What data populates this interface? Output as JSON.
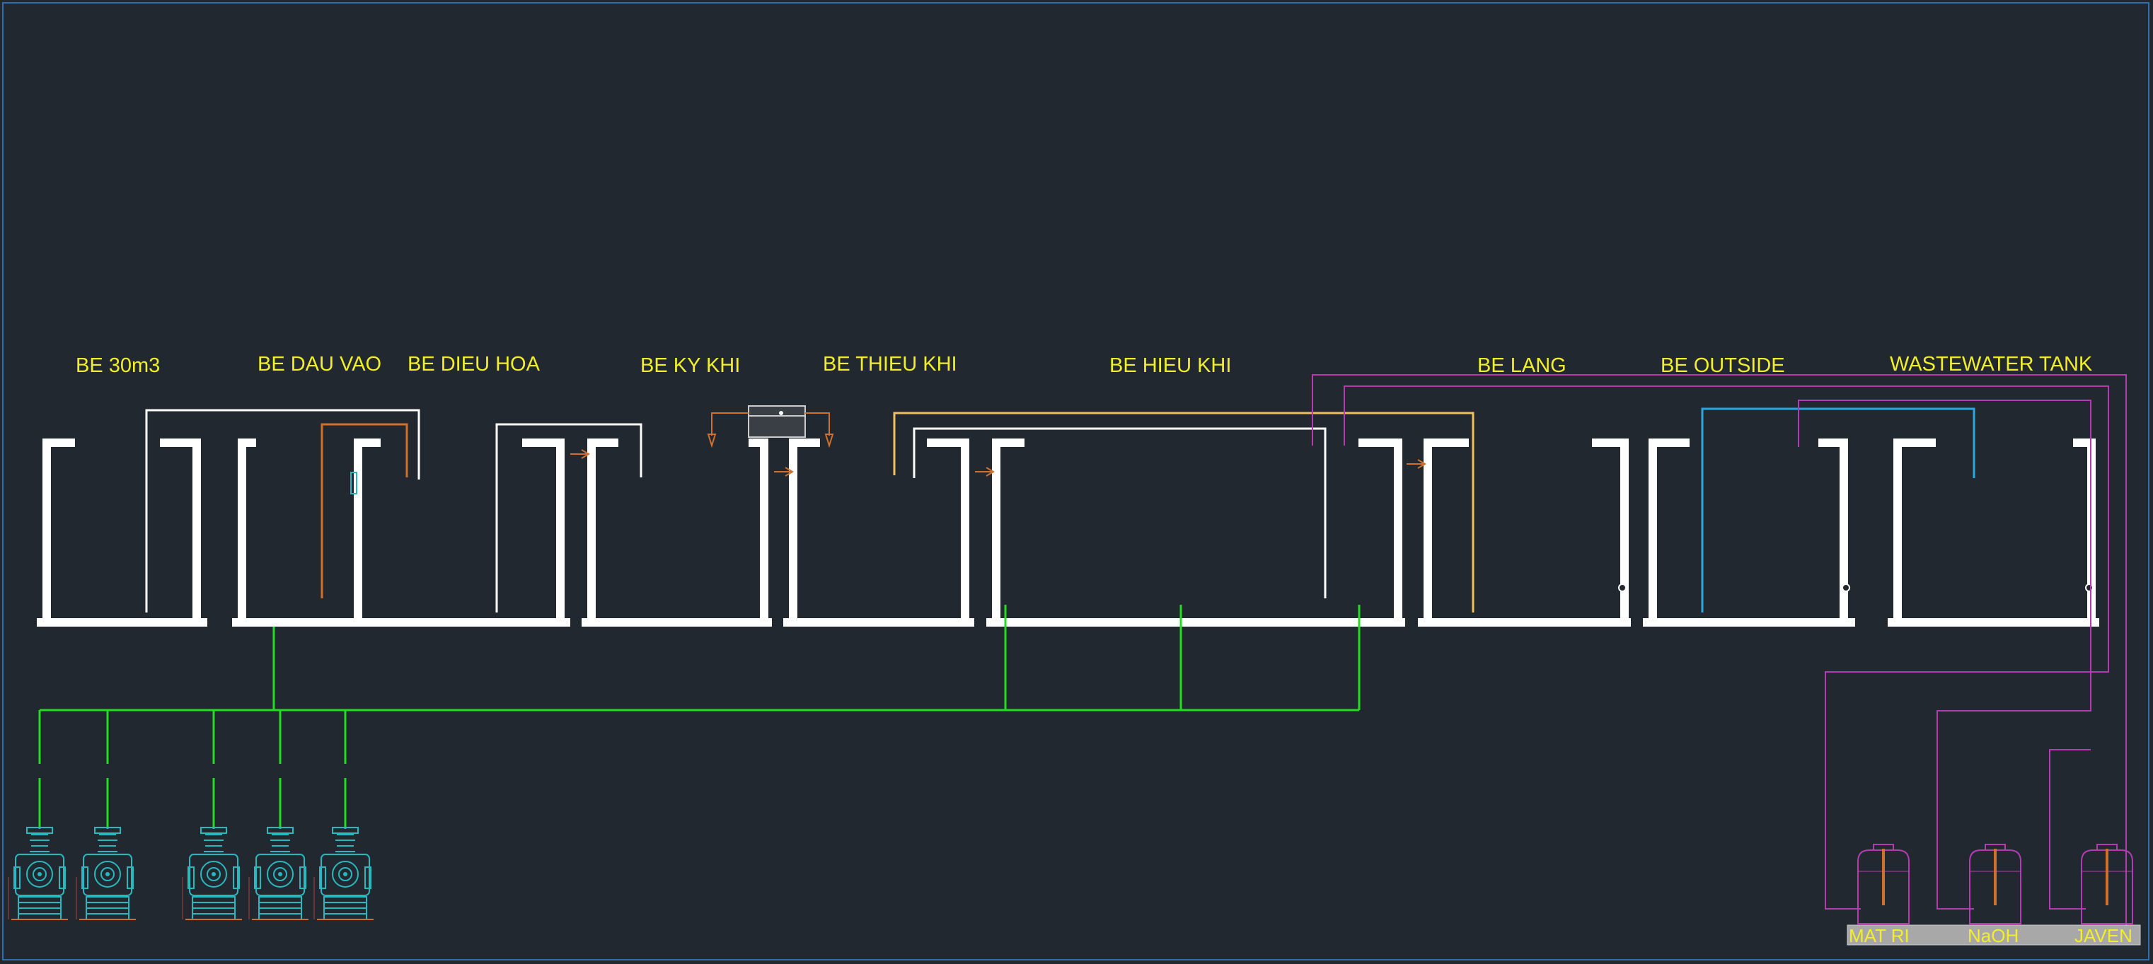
{
  "tanks": [
    {
      "label": "BE 30m3"
    },
    {
      "label": "BE DAU VAO"
    },
    {
      "label": "BE DIEU HOA"
    },
    {
      "label": "BE KY KHI"
    },
    {
      "label": "BE THIEU KHI"
    },
    {
      "label": "BE HIEU KHI"
    },
    {
      "label": "BE LANG"
    },
    {
      "label": "BE OUTSIDE"
    },
    {
      "label": "WASTEWATER TANK"
    }
  ],
  "chemicals": [
    {
      "label": "MAT RI"
    },
    {
      "label": "NaOH"
    },
    {
      "label": "JAVEN"
    }
  ],
  "blower_count": 5,
  "colors": {
    "background": "#212830",
    "frame": "#2f6fb0",
    "wall": "#ffffff",
    "air_line": "#22dd22",
    "chemical_line": "#b43bb4",
    "label": "#f2ee2a",
    "orange_pipe": "#d0702a",
    "yellow_pipe": "#f0c060",
    "blue_pipe": "#2aa8e0",
    "equipment": "#28b8c0"
  }
}
